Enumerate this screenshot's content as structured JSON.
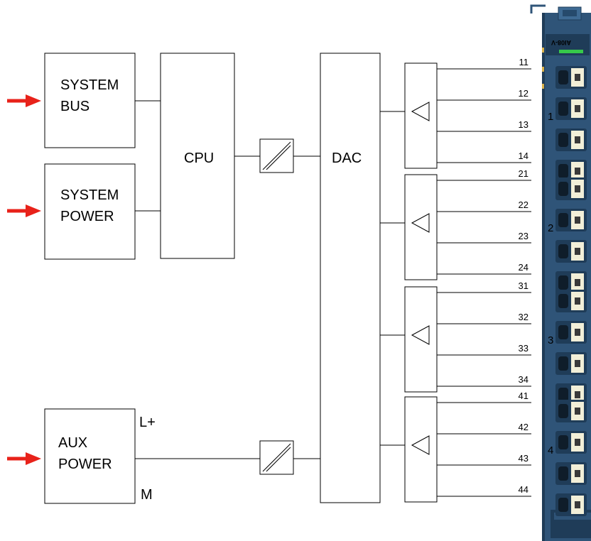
{
  "blocks": {
    "system_bus": [
      "SYSTEM",
      "BUS"
    ],
    "system_power": [
      "SYSTEM",
      "POWER"
    ],
    "aux_power": [
      "AUX",
      "POWER"
    ],
    "cpu": "CPU",
    "dac": "DAC"
  },
  "aux_terminals": {
    "plus": "L+",
    "minus": "M"
  },
  "channels": [
    {
      "label": "1",
      "pins": [
        "11",
        "12",
        "13",
        "14"
      ]
    },
    {
      "label": "2",
      "pins": [
        "21",
        "22",
        "23",
        "24"
      ]
    },
    {
      "label": "3",
      "pins": [
        "31",
        "32",
        "33",
        "34"
      ]
    },
    {
      "label": "4",
      "pins": [
        "41",
        "42",
        "43",
        "44"
      ]
    }
  ],
  "module_label": "AI08-V",
  "colors": {
    "arrow": "#e8221a",
    "module_body": "#2f5478",
    "module_dark": "#1f3c58",
    "terminal_label": "#f2efd8",
    "led": "#36c94a"
  }
}
